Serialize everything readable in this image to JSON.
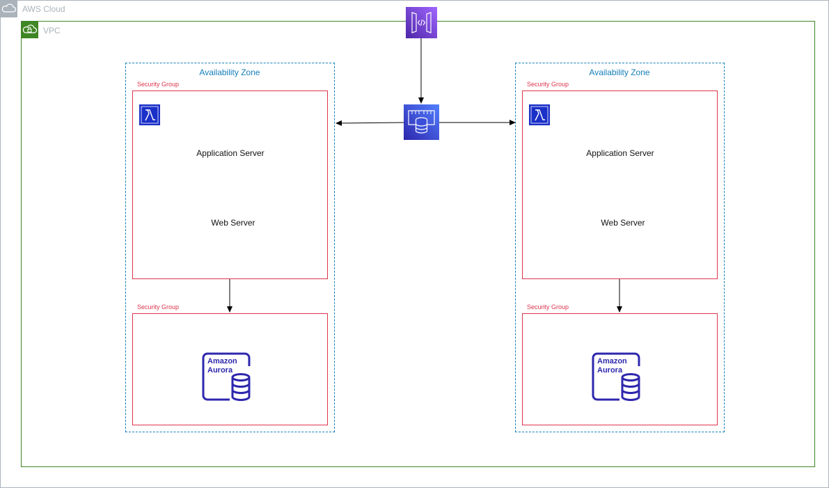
{
  "cloud": {
    "label": "AWS Cloud"
  },
  "vpc": {
    "label": "VPC"
  },
  "zones": [
    {
      "label": "Availability Zone",
      "app_security_group": "Security Group",
      "app_server": "Application Server",
      "web_server": "Web Server",
      "db_security_group": "Security Group",
      "db_line1": "Amazon",
      "db_line2": "Aurora"
    },
    {
      "label": "Availability Zone",
      "app_security_group": "Security Group",
      "app_server": "Application Server",
      "web_server": "Web Server",
      "db_security_group": "Security Group",
      "db_line1": "Amazon",
      "db_line2": "Aurora"
    }
  ],
  "icons": {
    "cloud": "cloud-icon",
    "vpc": "vpc-lock-icon",
    "api_gateway": "api-gateway-icon",
    "load_balancer": "elasticache-icon",
    "lambda": "lambda-icon",
    "aurora": "aurora-icon"
  },
  "colors": {
    "cloud_border": "#aab3ba",
    "vpc_border": "#3f8624",
    "az_border": "#147eba",
    "security_group": "#dd344c",
    "aws_blue": "#1a30c8",
    "api_purple": "#7b3fe4",
    "aurora_navy": "#2e27ad"
  }
}
